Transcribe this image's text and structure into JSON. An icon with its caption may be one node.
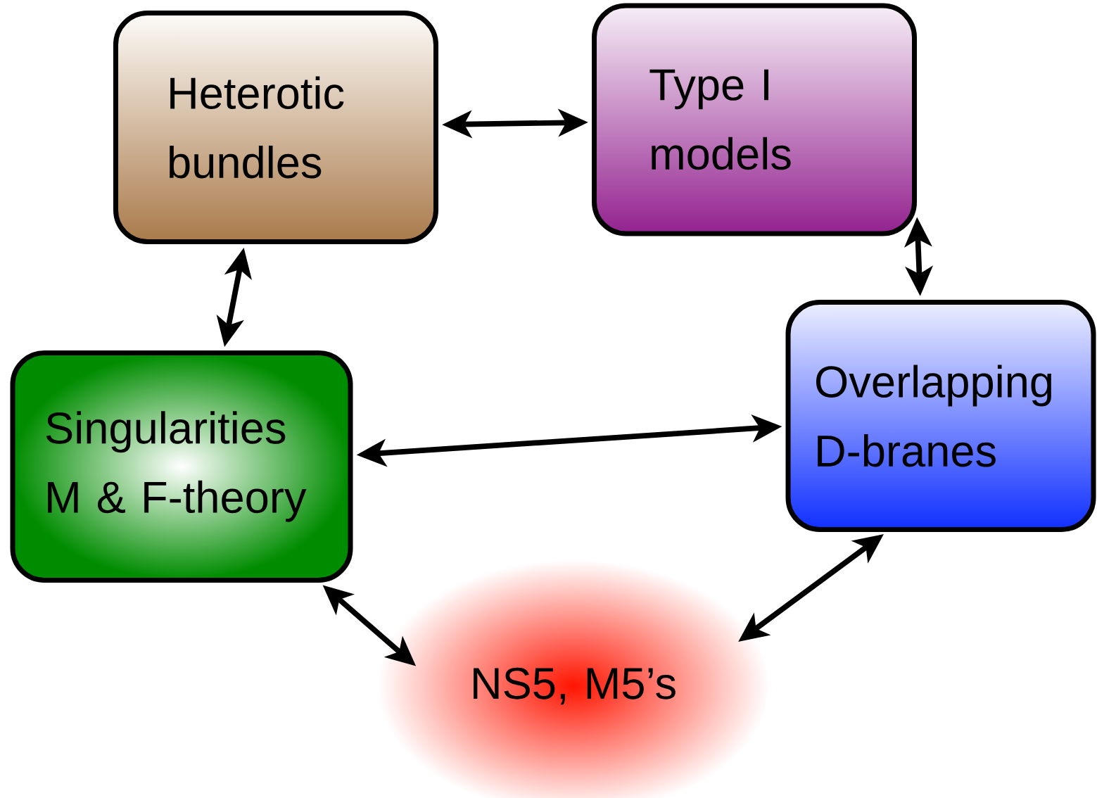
{
  "diagram": {
    "nodes": [
      {
        "text": [
          "Heterotic bundles"
        ]
      },
      {
        "text": [
          "Type I models"
        ]
      },
      {
        "text": [
          "Singularities M & F-theory"
        ]
      },
      {
        "text": [
          "Overlapping D-branes"
        ]
      },
      {
        "text": [
          "NS5, M5’s"
        ]
      }
    ],
    "edges": [
      {
        "from": 0,
        "to": 1,
        "arrow": "both"
      },
      {
        "from": 1,
        "to": 3,
        "arrow": "both"
      },
      {
        "from": 0,
        "to": 2,
        "arrow": "both"
      },
      {
        "from": 2,
        "to": 3,
        "arrow": "both"
      },
      {
        "from": 2,
        "to": 4,
        "arrow": "both"
      },
      {
        "from": 4,
        "to": 3,
        "arrow": "both"
      }
    ]
  }
}
